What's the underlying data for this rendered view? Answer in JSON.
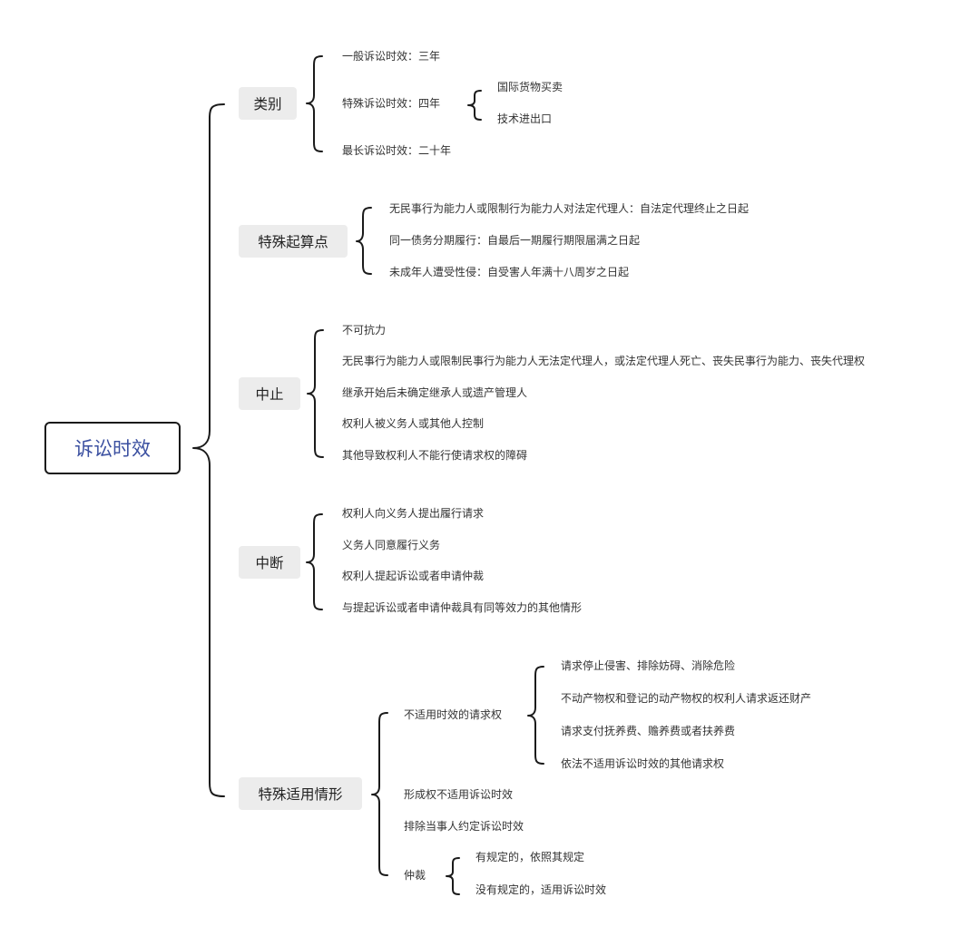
{
  "root": "诉讼时效",
  "categories": {
    "leibie": {
      "label": "类别",
      "items": {
        "general": "一般诉讼时效：三年",
        "special": "特殊诉讼时效：四年",
        "special_children": [
          "国际货物买卖",
          "技术进出口"
        ],
        "longest": "最长诉讼时效：二十年"
      }
    },
    "qisuan": {
      "label": "特殊起算点",
      "items": [
        "无民事行为能力人或限制行为能力人对法定代理人：自法定代理终止之日起",
        "同一债务分期履行：自最后一期履行期限届满之日起",
        "未成年人遭受性侵：自受害人年满十八周岁之日起"
      ]
    },
    "zhongzhi": {
      "label": "中止",
      "items": [
        "不可抗力",
        "无民事行为能力人或限制民事行为能力人无法定代理人，或法定代理人死亡、丧失民事行为能力、丧失代理权",
        "继承开始后未确定继承人或遗产管理人",
        "权利人被义务人或其他人控制",
        "其他导致权利人不能行使请求权的障碍"
      ]
    },
    "zhongduan": {
      "label": "中断",
      "items": [
        "权利人向义务人提出履行请求",
        "义务人同意履行义务",
        "权利人提起诉讼或者申请仲裁",
        "与提起诉讼或者申请仲裁具有同等效力的其他情形"
      ]
    },
    "shiyong": {
      "label": "特殊适用情形",
      "not_applicable": {
        "label": "不适用时效的请求权",
        "items": [
          "请求停止侵害、排除妨碍、消除危险",
          "不动产物权和登记的动产物权的权利人请求返还财产",
          "请求支付抚养费、赡养费或者扶养费",
          "依法不适用诉讼时效的其他请求权"
        ]
      },
      "formation": "形成权不适用诉讼时效",
      "exclude_agreement": "排除当事人约定诉讼时效",
      "arbitration": {
        "label": "仲裁",
        "items": [
          "有规定的，依照其规定",
          "没有规定的，适用诉讼时效"
        ]
      }
    }
  }
}
